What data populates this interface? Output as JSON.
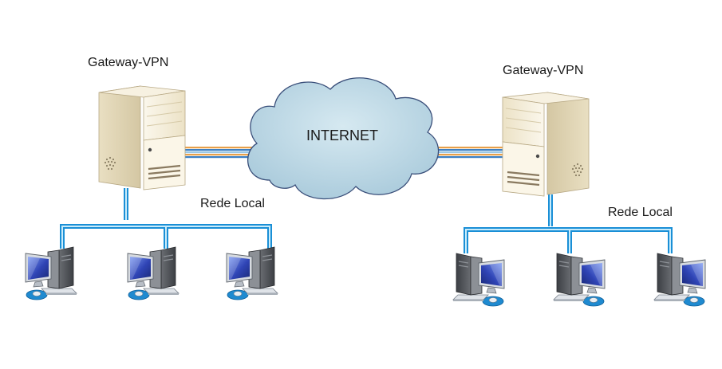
{
  "labels": {
    "gateway_left": "Gateway-VPN",
    "gateway_right": "Gateway-VPN",
    "internet": "INTERNET",
    "lan_left": "Rede Local",
    "lan_right": "Rede Local"
  },
  "colors": {
    "cable_blue": "#1a8fd6",
    "cable_light": "#c9ecfb",
    "tunnel_orange": "#e8a04a",
    "tunnel_blue": "#3b7fc4",
    "cloud_fill": "#c2dce8",
    "cloud_stroke": "#3a4f7a",
    "server_body": "#f3ecd9",
    "monitor_screen": "#2d3fa0"
  },
  "icons": {
    "server": "server-icon",
    "cloud": "cloud-icon",
    "workstation": "workstation-icon"
  }
}
